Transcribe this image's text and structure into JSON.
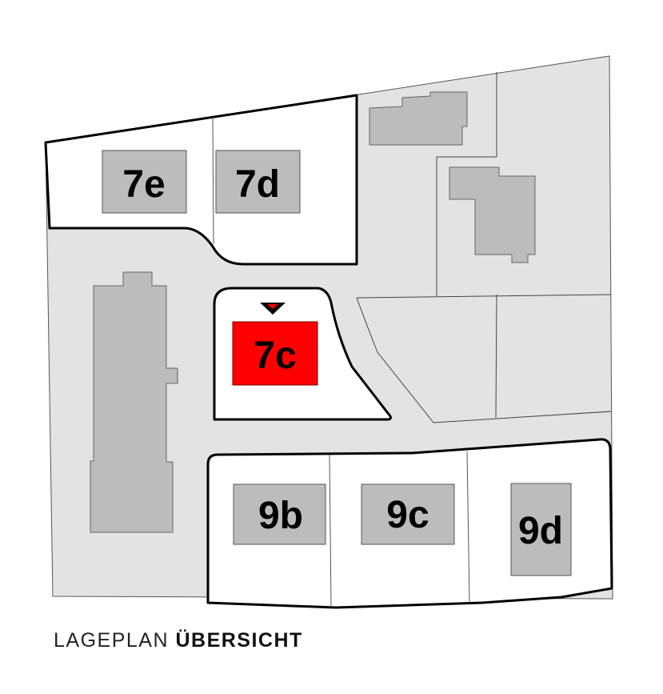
{
  "colors": {
    "ground": "#e3e3e3",
    "building": "#bcbcbc",
    "lot": "#ffffff",
    "highlight": "#ff0000",
    "outline": "#000000"
  },
  "lots": {
    "e7": "7e",
    "d7": "7d",
    "c7": "7c",
    "b9": "9b",
    "c9": "9c",
    "d9": "9d"
  },
  "selected_lot": "7c",
  "caption": {
    "light": "LAGEPLAN",
    "bold": "ÜBERSICHT"
  }
}
